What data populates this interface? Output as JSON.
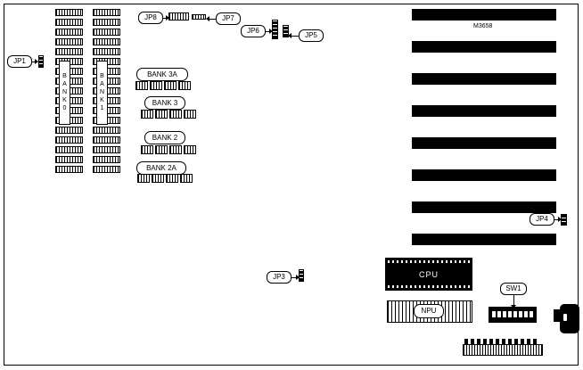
{
  "diagram": {
    "model": "M3658",
    "components": {
      "jp1": "JP1",
      "jp3": "JP3",
      "jp4": "JP4",
      "jp5": "JP5",
      "jp6": "JP6",
      "jp7": "JP7",
      "jp8": "JP8",
      "bank0_vertical": "BANK0",
      "bank1_vertical": "BANK1",
      "bank_3a": "BANK 3A",
      "bank_3": "BANK 3",
      "bank_2": "BANK 2",
      "bank_2a": "BANK 2A",
      "cpu": "CPU",
      "npu": "NPU",
      "sw1": "SW1"
    },
    "counts": {
      "memory_chips_per_column": 17,
      "bank_row_chips": 4,
      "isa_slots": 8,
      "dip_switch_positions": 8,
      "power_pins": 12
    },
    "colors": {
      "background": "#ffffff",
      "ink": "#000000"
    }
  }
}
